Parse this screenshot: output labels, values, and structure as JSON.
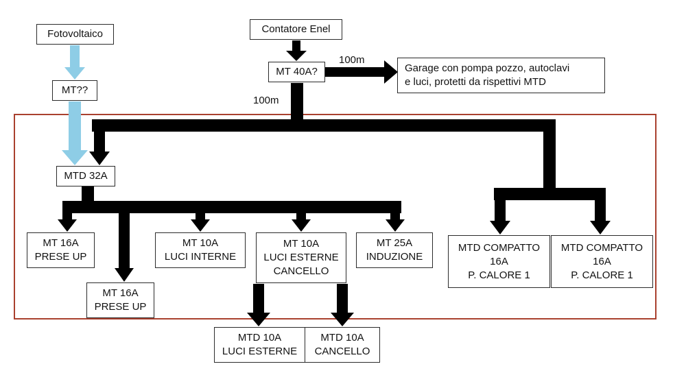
{
  "colors": {
    "wire": "#000000",
    "solar_wire": "#8ecde6",
    "frame": "#a9402e"
  },
  "nodes": {
    "fotovoltaico": [
      "Fotovoltaico"
    ],
    "contatore": [
      "Contatore Enel"
    ],
    "mt40": [
      "MT 40A?"
    ],
    "mtqq": [
      "MT??"
    ],
    "garage": [
      "Garage con pompa pozzo, autoclavi",
      "e luci, protetti da rispettivi MTD"
    ],
    "mtd32": [
      "MTD 32A"
    ],
    "mt16_a": [
      "MT 16A",
      "PRESE UP"
    ],
    "mt16_b": [
      "MT 16A",
      "PRESE UP"
    ],
    "mt10_int": [
      "MT 10A",
      "LUCI INTERNE"
    ],
    "mt10_est": [
      "MT 10A",
      "LUCI ESTERNE",
      "CANCELLO"
    ],
    "mt25": [
      "MT 25A",
      "INDUZIONE"
    ],
    "mtdc_1": [
      "MTD COMPATTO",
      "16A",
      "P. CALORE 1"
    ],
    "mtdc_2": [
      "MTD COMPATTO",
      "16A",
      "P. CALORE 1"
    ],
    "mtd10_luci": [
      "MTD 10A",
      "LUCI ESTERNE"
    ],
    "mtd10_canc": [
      "MTD 10A",
      "CANCELLO"
    ]
  },
  "labels": {
    "dist_garage": "100m",
    "dist_main": "100m"
  }
}
